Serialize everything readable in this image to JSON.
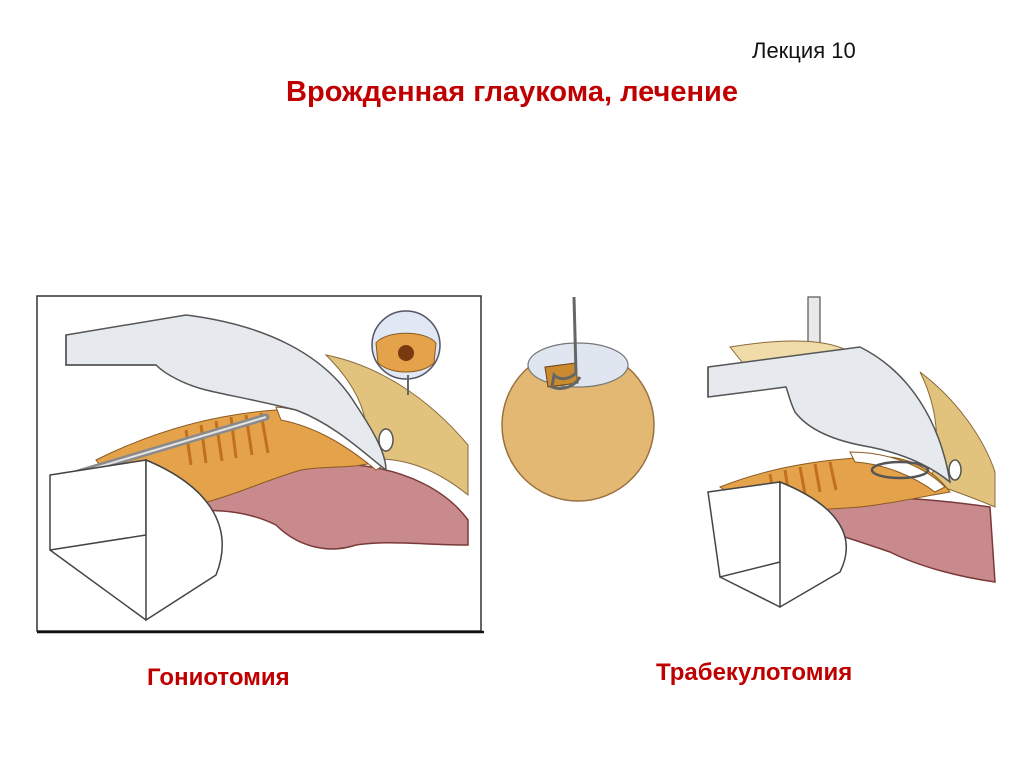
{
  "slide": {
    "lecture": "Лекция 10",
    "title": "Врожденная глаукома, лечение"
  },
  "figures": [
    {
      "caption": "Гониотомия"
    },
    {
      "caption": "Трабекулотомия"
    }
  ],
  "colors": {
    "title": "#c00000",
    "iris": "#e4a24a",
    "sclera": "#e2c37e",
    "ciliary": "#c98a8e",
    "cornea": "#d9dde3",
    "lens": "#ffffff"
  }
}
